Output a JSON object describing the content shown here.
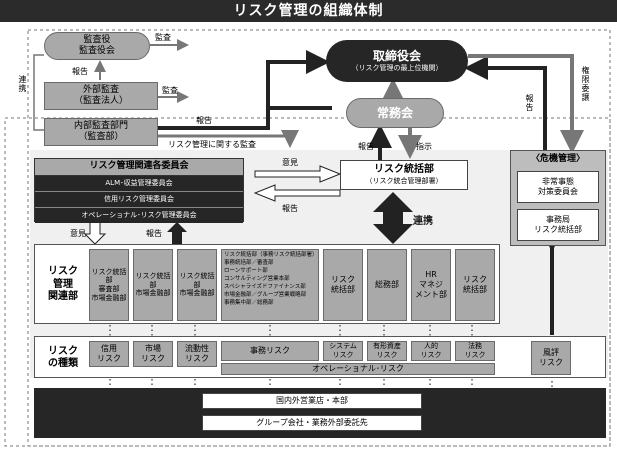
{
  "title": "リスク管理の組織体制",
  "auditors": {
    "line1": "監査役",
    "line2": "監査役会",
    "arrow_label": "監査"
  },
  "external_audit": {
    "line1": "外部監査",
    "line2": "（監査法人）",
    "arrow_label": "監査",
    "report_label": "報告"
  },
  "coordination_label": "連携",
  "internal_audit": {
    "line1": "内部監査部門",
    "line2": "（監査部）",
    "report_label": "報告",
    "audit_label": "リスク管理に関する監査"
  },
  "board": {
    "line1": "取締役会",
    "line2": "（リスク管理の最上位機関）"
  },
  "managing_board": {
    "label": "常務会",
    "report_label": "報告",
    "instruction_label": "指示"
  },
  "side_labels": {
    "report": "報告",
    "delegation": "権限委譲"
  },
  "committees": {
    "title": "リスク管理関連各委員会",
    "items": [
      "ALM･収益管理委員会",
      "信用リスク管理委員会",
      "オペレーショナル･リスク管理委員会"
    ]
  },
  "opinion_label": "意見",
  "report_label": "報告",
  "risk_division": {
    "line1": "リスク統括部",
    "line2": "（リスク統合管理部署）"
  },
  "cooperation": "連携",
  "crisis": {
    "title": "〈危機管理〉",
    "box1": [
      "非常事態",
      "対策委員会"
    ],
    "box2": [
      "事務局",
      "リスク統括部"
    ]
  },
  "committee_arrows": {
    "opinion": "意見",
    "report": "報告"
  },
  "related_departments": {
    "label": [
      "リスク",
      "管理",
      "関連部"
    ],
    "cells": [
      [
        "リスク統括部",
        "審査部",
        "市場金融部"
      ],
      [
        "リスク統括部",
        "市場金融部"
      ],
      [
        "リスク統括部",
        "市場金融部"
      ],
      [
        "リスク統括部（事務リスク統括部署）",
        "事務統括部／審査部",
        "ローンサポート部",
        "コンサルティング営業本部",
        "スペシャライズドファイナンス部",
        "市場金融部／グループ営業戦略部",
        "事務集中部／総務部"
      ],
      [
        "リスク",
        "統括部"
      ],
      [
        "総務部"
      ],
      [
        "HR",
        "マネジ",
        "メント部"
      ],
      [
        "リスク",
        "統括部"
      ]
    ]
  },
  "risk_types": {
    "label": [
      "リスク",
      "の種類"
    ],
    "cells": [
      [
        "信用",
        "リスク"
      ],
      [
        "市場",
        "リスク"
      ],
      [
        "流動性",
        "リスク"
      ],
      [
        "事務リスク"
      ],
      [
        "システム",
        "リスク"
      ],
      [
        "有形資産",
        "リスク"
      ],
      [
        "人的",
        "リスク"
      ],
      [
        "法務",
        "リスク"
      ],
      [
        "風評",
        "リスク"
      ]
    ],
    "operational": "オペレーショナル･リスク"
  },
  "bottom": {
    "line1": "国内外営業店・本部",
    "line2": "グループ会社・業務外部委託先"
  }
}
